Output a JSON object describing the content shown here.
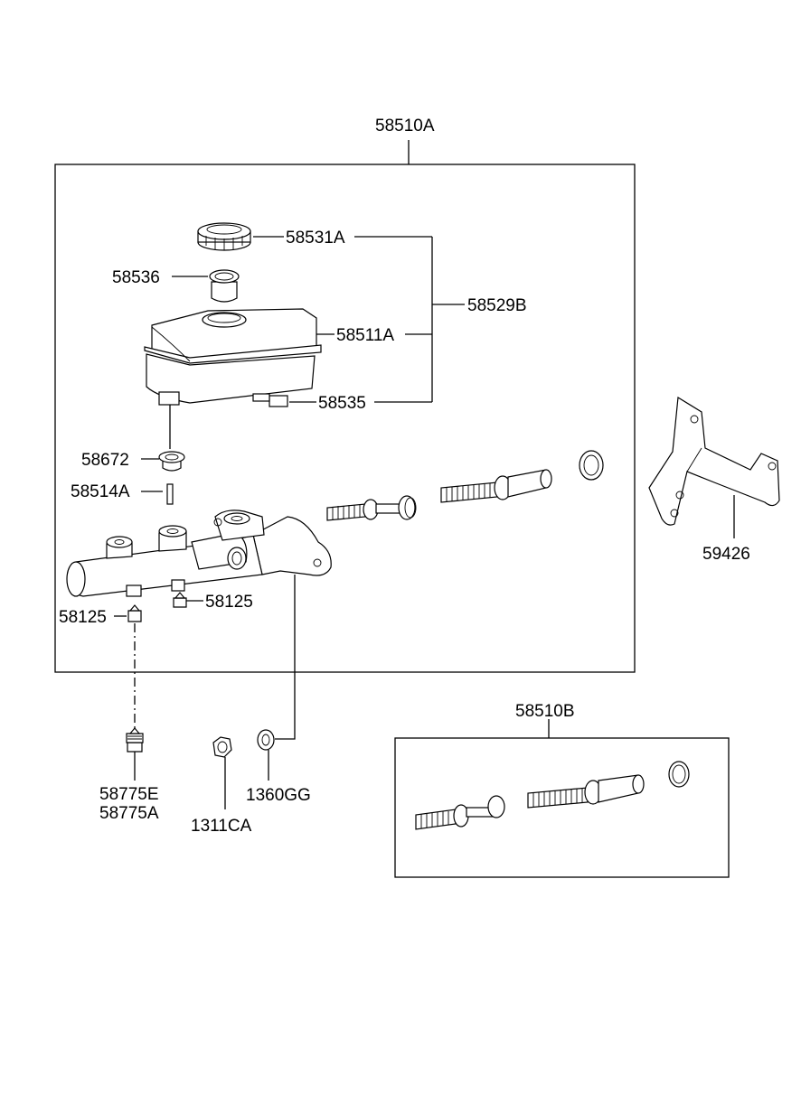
{
  "labels": {
    "assy_main": "58510A",
    "cap": "58531A",
    "strainer": "58536",
    "reservoir_kit": "58529B",
    "reservoir": "58511A",
    "switch": "58535",
    "grommet": "58672",
    "pin": "58514A",
    "plug_right": "58125",
    "plug_left": "58125",
    "bracket": "59426",
    "fitting_a": "58775E",
    "fitting_b": "58775A",
    "nut": "1311CA",
    "washer": "1360GG",
    "assy_kit": "58510B"
  }
}
